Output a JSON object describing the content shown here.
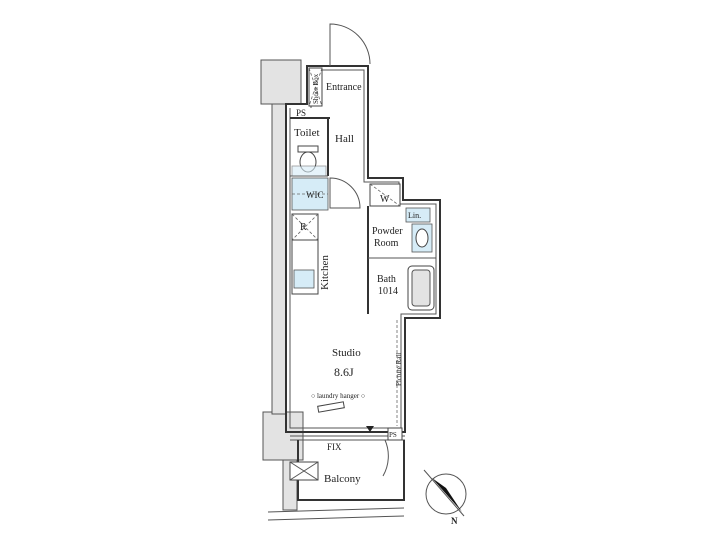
{
  "rooms": {
    "shoes_box": "Shoes Box",
    "entrance": "Entrance",
    "ps_top": "PS",
    "toilet": "Toilet",
    "hall": "Hall",
    "wic": "WIC",
    "washer": "W",
    "linen": "Lin.",
    "refrigerator": "R",
    "powder_room_line1": "Powder",
    "powder_room_line2": "Room",
    "kitchen": "Kitchen",
    "bath_line1": "Bath",
    "bath_line2": "1014",
    "studio": "Studio",
    "studio_size": "8.6J",
    "picture_rail": "Picture Rail",
    "laundry_hanger": "○ laundry hanger ○",
    "fix": "FIX",
    "ps_bottom": "PS",
    "balcony": "Balcony"
  },
  "compass": {
    "north": "N"
  },
  "colors": {
    "wall": "#333333",
    "wet_area": "#d6ecf7",
    "column": "#e3e3e3"
  }
}
